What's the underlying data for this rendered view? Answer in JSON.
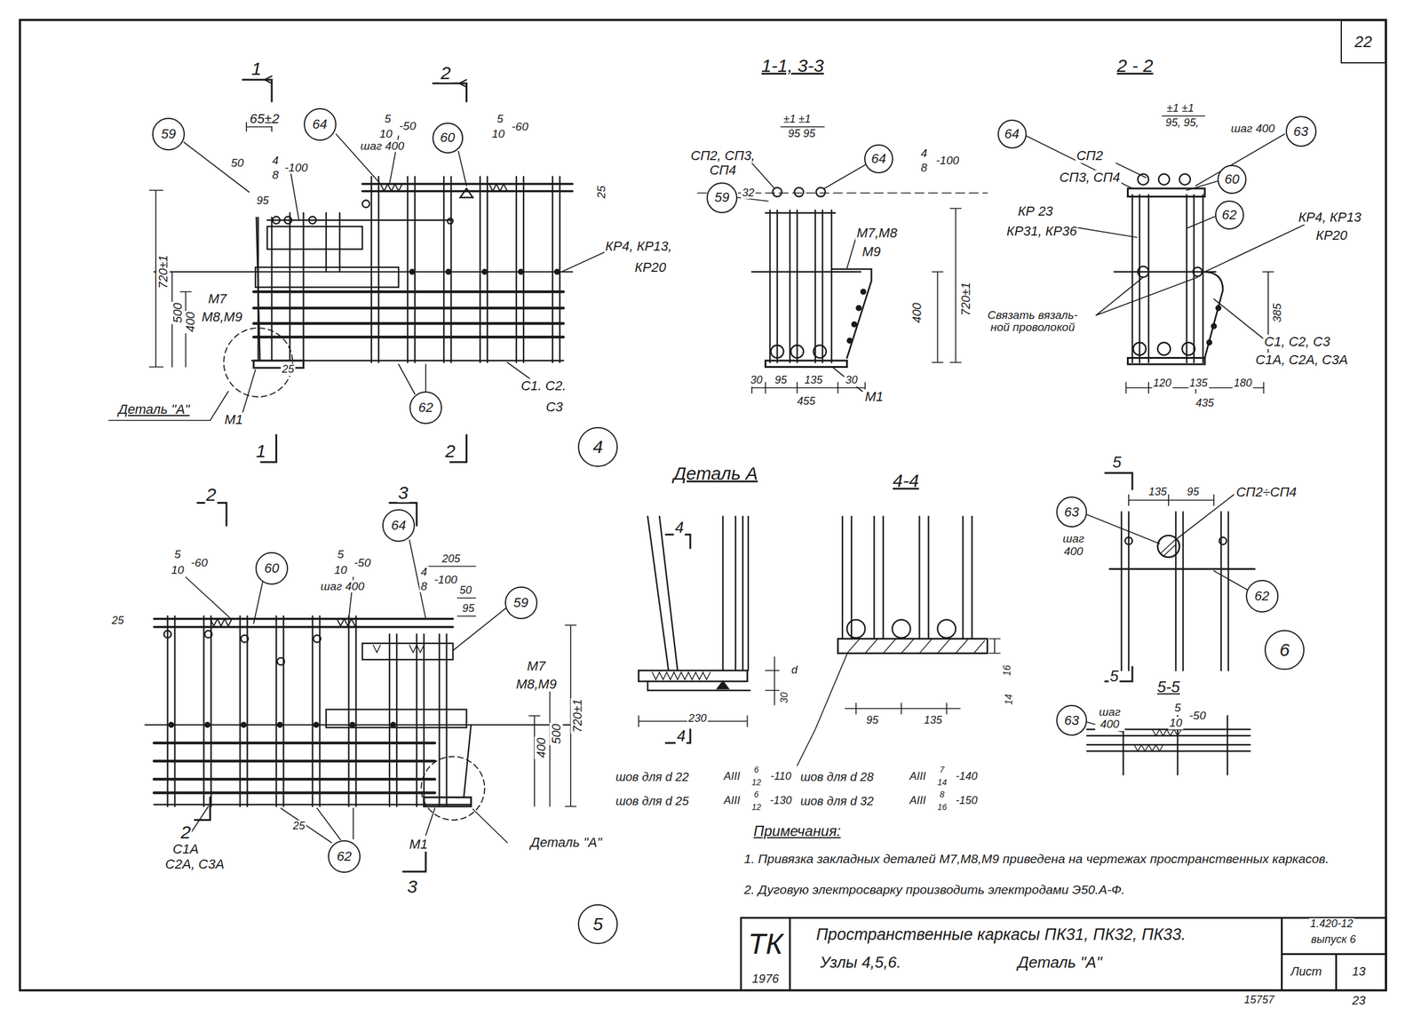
{
  "diagram": {
    "title": "Пространственные каркасы ПК31, ПК32, ПК33.",
    "nodes": [
      {
        "text": [
          "22"
        ]
      },
      {
        "text": [
          "59"
        ]
      },
      {
        "text": [
          "64"
        ]
      },
      {
        "text": [
          "60"
        ]
      },
      {
        "text": [
          "62"
        ]
      },
      {
        "text": [
          "4"
        ]
      },
      {
        "text": [
          "59"
        ]
      },
      {
        "text": [
          "64"
        ]
      },
      {
        "text": [
          "64"
        ]
      },
      {
        "text": [
          "63"
        ]
      },
      {
        "text": [
          "60"
        ]
      },
      {
        "text": [
          "62"
        ]
      },
      {
        "text": [
          "64"
        ]
      },
      {
        "text": [
          "60"
        ]
      },
      {
        "text": [
          "59"
        ]
      },
      {
        "text": [
          "62"
        ]
      },
      {
        "text": [
          "5"
        ]
      },
      {
        "text": [
          "63"
        ]
      },
      {
        "text": [
          "62"
        ]
      },
      {
        "text": [
          "6"
        ]
      },
      {
        "text": [
          "63"
        ]
      }
    ],
    "labels": [
      "1",
      "2",
      "65±2",
      "5",
      "10",
      "-50",
      "шаг 400",
      "50",
      "4",
      "8",
      "-100",
      "5",
      "10",
      "-60",
      "25",
      "95",
      "КР4, КР13,",
      "КР20",
      "720±1",
      "500",
      "400",
      "М7",
      "М8,М9",
      "Деталь \"А\"",
      "М1",
      "25",
      "С1. С2.",
      "С3",
      "1",
      "2",
      "1-1, 3-3",
      "±1 ±1",
      "95 95",
      "СП2, СП3,",
      "СП4",
      "32",
      "4",
      "8",
      "-100",
      "М7,М8",
      "М9",
      "400",
      "720±1",
      "30",
      "95",
      "135",
      "30",
      "455",
      "М1",
      "2 - 2",
      "±1 ±1",
      "95, 95,",
      "шаг 400",
      "СП2",
      "СП3, СП4",
      "КР 23",
      "КР31, КР36",
      "КР4, КР13",
      "КР20",
      "Связать вязаль- ной проволокой",
      "385",
      "С1, С2, С3",
      "С1А, С2А, С3А",
      "120",
      "135",
      "180",
      "435",
      "Деталь А",
      "4-4",
      "4",
      "30",
      "d",
      "230",
      "4",
      "16",
      "14",
      "95",
      "135",
      "шов для d 22",
      "АIII",
      "6",
      "12",
      "-110",
      "шов для d 25",
      "АIII",
      "6",
      "12",
      "-130",
      "шов для d 28",
      "АIII",
      "7",
      "14",
      "-140",
      "шов для d 32",
      "АIII",
      "8",
      "16",
      "-150",
      "5",
      "135",
      "95",
      "СП2÷СП4",
      "шаг 400",
      "5",
      "5-5",
      "шаг 400",
      "5",
      "10",
      "-50",
      "2",
      "3",
      "5",
      "10",
      "-60",
      "5",
      "10",
      "-50",
      "шаг 400",
      "4",
      "8",
      "-100",
      "205",
      "50",
      "95",
      "25",
      "М7",
      "М8,М9",
      "720±1",
      "500",
      "400",
      "25",
      "2",
      "С1А",
      "С2А, С3А",
      "М1",
      "Деталь \"А\"",
      "3",
      "Примечания:",
      "1. Привязка закладных деталей М7,М8,М9 приведена на чертежах пространственных каркасов.",
      "2. Дуговую электросварку производить электродами Э50.А-Ф.",
      "ТК",
      "1976",
      "Узлы 4,5,6.",
      "Деталь \"А\"",
      "1.420-12",
      "выпуск 6",
      "Лист",
      "13",
      "15757",
      "23"
    ]
  }
}
